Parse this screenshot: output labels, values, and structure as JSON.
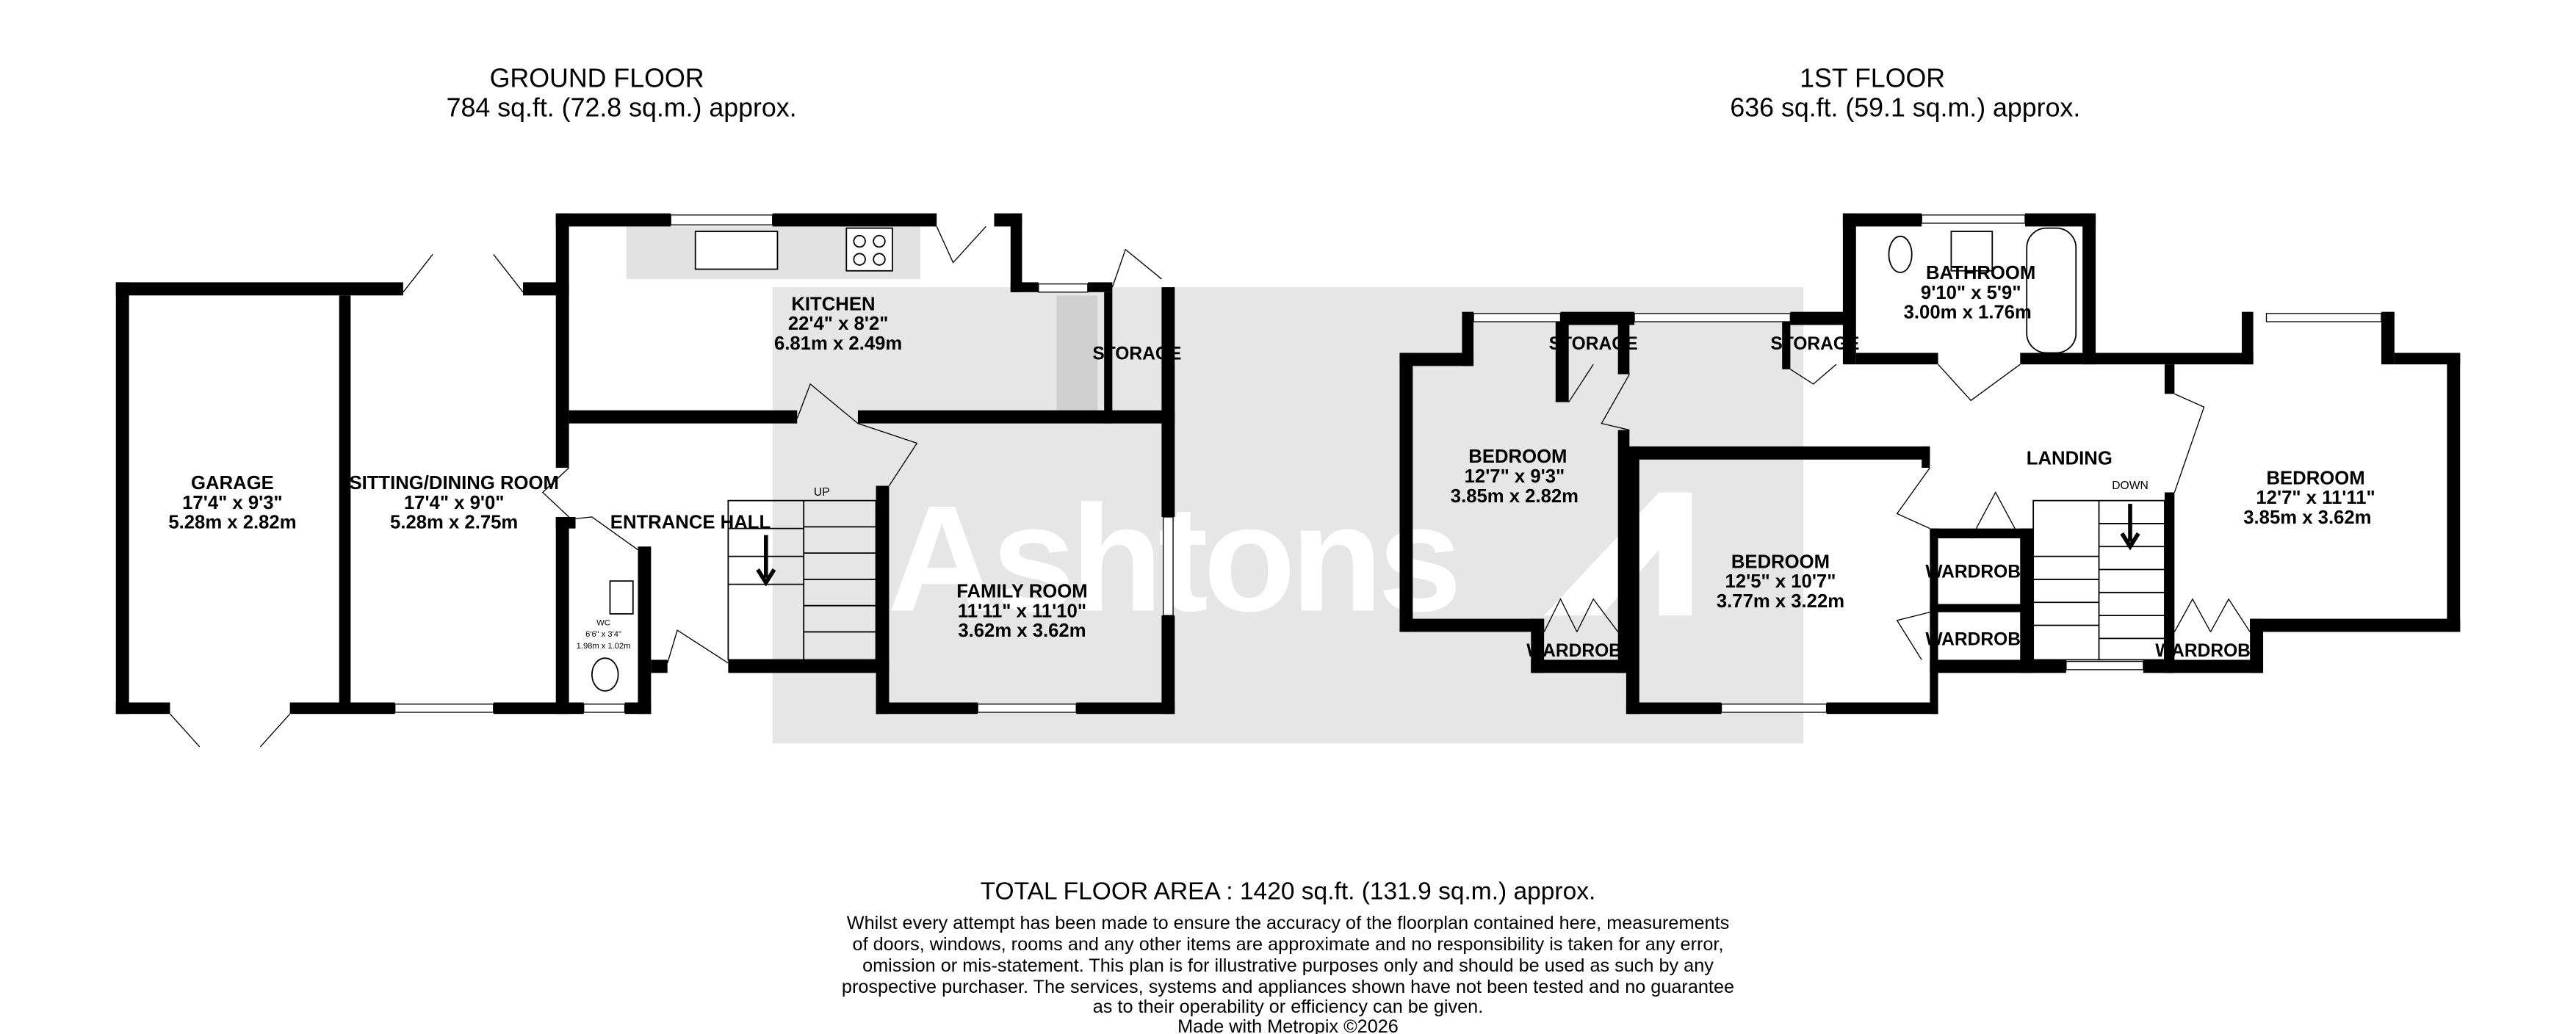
{
  "ground_floor": {
    "title": "GROUND FLOOR",
    "area": "784 sq.ft. (72.8 sq.m.) approx.",
    "rooms": [
      {
        "name": "GARAGE",
        "imperial": "17'4\"  x 9'3\"",
        "metric": "5.28m  x 2.82m"
      },
      {
        "name": "SITTING/DINING ROOM",
        "imperial": "17'4\"  x 9'0\"",
        "metric": "5.28m  x 2.75m"
      },
      {
        "name": "KITCHEN",
        "imperial": "22'4\"  x 8'2\"",
        "metric": "6.81m  x 2.49m"
      },
      {
        "name": "ENTRANCE HALL"
      },
      {
        "name": "FAMILY ROOM",
        "imperial": "11'11\"  x 11'10\"",
        "metric": "3.62m  x 3.62m"
      },
      {
        "name": "WC",
        "imperial": "6'6\"  x 3'4\"",
        "metric": "1.98m  x 1.02m"
      },
      {
        "name": "STORAGE"
      }
    ],
    "stairs_label": "UP"
  },
  "first_floor": {
    "title": "1ST FLOOR",
    "area": "636 sq.ft. (59.1 sq.m.) approx.",
    "rooms": [
      {
        "name": "BATHROOM",
        "imperial": "9'10\"  x 5'9\"",
        "metric": "3.00m  x 1.76m"
      },
      {
        "name": "BEDROOM",
        "imperial": "12'7\"  x 9'3\"",
        "metric": "3.85m  x 2.82m"
      },
      {
        "name": "BEDROOM",
        "imperial": "12'5\"  x 10'7\"",
        "metric": "3.77m  x 3.22m"
      },
      {
        "name": "BEDROOM",
        "imperial": "12'7\"  x 11'11\"",
        "metric": "3.85m  x 3.62m"
      },
      {
        "name": "LANDING"
      },
      {
        "name": "STORAGE"
      },
      {
        "name": "STORAGE"
      },
      {
        "name": "WARDROBE"
      },
      {
        "name": "WARDROBE"
      },
      {
        "name": "WARDROBE"
      },
      {
        "name": "WARDROBE"
      }
    ],
    "stairs_label": "DOWN"
  },
  "watermark": "Ashtons",
  "footer": {
    "total": "TOTAL FLOOR AREA : 1420 sq.ft. (131.9 sq.m.) approx.",
    "disclaimer": [
      "Whilst every attempt has been made to ensure the accuracy of the floorplan contained here, measurements",
      "of doors, windows, rooms and any other items are approximate and no responsibility is taken for any error,",
      "omission or mis-statement. This plan is for illustrative purposes only and should be used as such by any",
      "prospective purchaser. The services, systems and appliances shown have not been tested and no guarantee",
      "as to their operability or efficiency can be given."
    ],
    "credit": "Made with Metropix ©2026"
  },
  "colors": {
    "wall": "#000000",
    "watermark_bg": "#e6e6e6",
    "counter": "#e2e2e2"
  }
}
